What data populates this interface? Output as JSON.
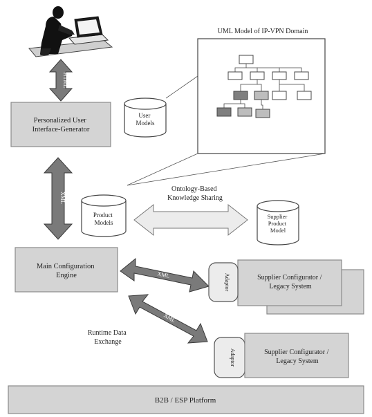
{
  "uml_title": "UML Model of IP-VPN Domain",
  "boxes": {
    "ui_generator": [
      "Personalized User",
      "Interface-Generator"
    ],
    "main_engine": [
      "Main Configuration",
      "Engine"
    ],
    "supplier_1": [
      "Supplier Configurator /",
      "Legacy System"
    ],
    "supplier_2": [
      "Supplier Configurator /",
      "Legacy System"
    ],
    "platform": "B2B / ESP Platform"
  },
  "databases": {
    "user_models": [
      "User",
      "Models"
    ],
    "product_models": [
      "Product",
      "Models"
    ],
    "supplier_product_model": [
      "Supplier",
      "Product",
      "Model"
    ]
  },
  "arrows": {
    "html": "HTML",
    "xml_vertical": "XML",
    "xml_supplier_1": "XML",
    "xml_supplier_2": "XML"
  },
  "adaptor_label": "Adaptor",
  "ontology_label": [
    "Ontology-Based",
    "Knowledge Sharing"
  ],
  "runtime_label": [
    "Runtime Data",
    "Exchange"
  ],
  "colors": {
    "box_fill": "#d4d4d4",
    "box_stroke": "#8a8a8a",
    "arrow_fill": "#7a7a7a",
    "arrow_stroke": "#3a3a3a",
    "uml_dark_node": "#7f7f7f",
    "uml_mid_node": "#bdbdbd"
  },
  "icons": {
    "user": "person-at-laptop-icon"
  }
}
